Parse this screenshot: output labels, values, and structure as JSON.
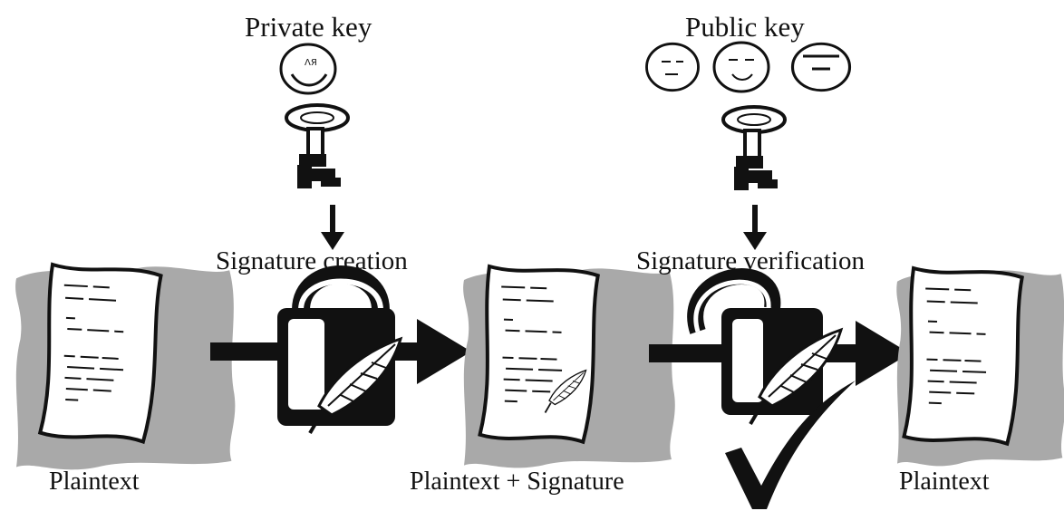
{
  "labels": {
    "private_key": "Private key",
    "public_key": "Public key",
    "signature_creation": "Signature creation",
    "signature_verification": "Signature verification",
    "plaintext_left": "Plaintext",
    "plaintext_signature": "Plaintext + Signature",
    "plaintext_right": "Plaintext"
  },
  "colors": {
    "ink": "#111111",
    "paper": "#ffffff",
    "smudge": "#a9a9a9"
  },
  "icons": [
    "face-icon",
    "key-icon",
    "padlock-icon",
    "quill-icon",
    "document-icon",
    "arrow-icon",
    "checkmark-icon"
  ]
}
